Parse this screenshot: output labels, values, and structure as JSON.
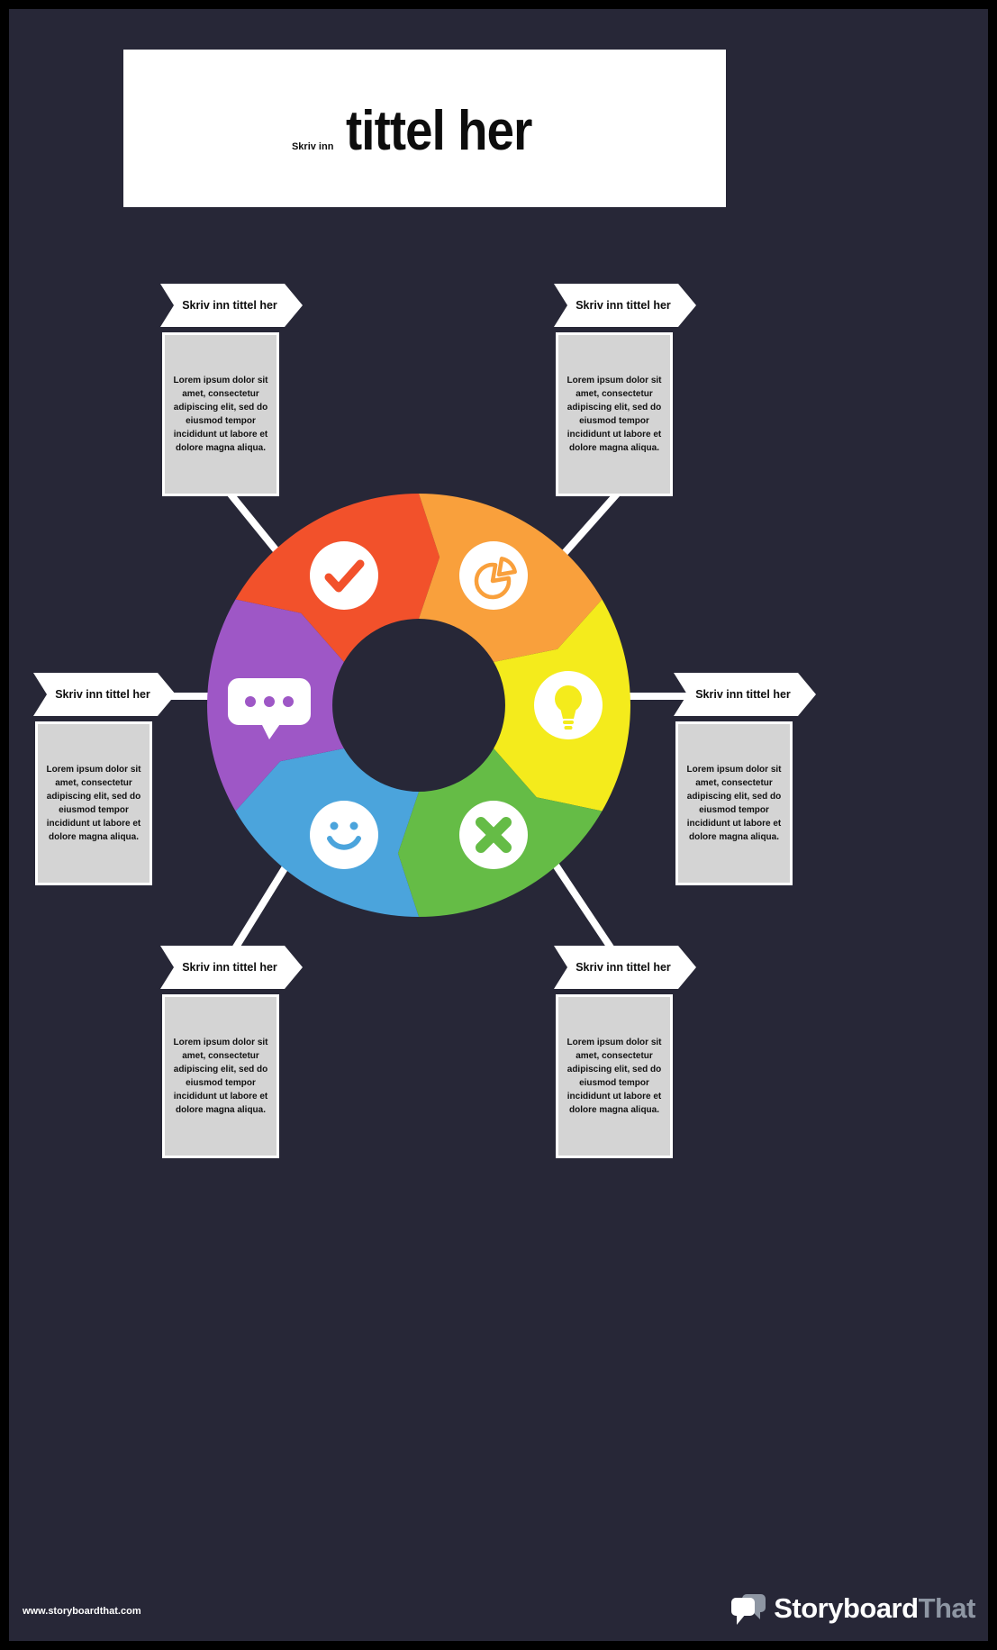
{
  "title_box": {
    "prefix": "Skriv inn",
    "title": "tittel her"
  },
  "callouts": [
    {
      "position": "top-left",
      "header": "Skriv inn tittel her",
      "body": "Lorem ipsum dolor sit amet, consectetur adipiscing elit, sed do eiusmod tempor incididunt ut labore et dolore magna aliqua."
    },
    {
      "position": "top-right",
      "header": "Skriv inn tittel her",
      "body": "Lorem ipsum dolor sit amet, consectetur adipiscing elit, sed do eiusmod tempor incididunt ut labore et dolore magna aliqua."
    },
    {
      "position": "left",
      "header": "Skriv inn tittel her",
      "body": "Lorem ipsum dolor sit amet, consectetur adipiscing elit, sed do eiusmod tempor incididunt ut labore et dolore magna aliqua."
    },
    {
      "position": "right",
      "header": "Skriv inn tittel her",
      "body": "Lorem ipsum dolor sit amet, consectetur adipiscing elit, sed do eiusmod tempor incididunt ut labore et dolore magna aliqua."
    },
    {
      "position": "bottom-left",
      "header": "Skriv inn tittel her",
      "body": "Lorem ipsum dolor sit amet, consectetur adipiscing elit, sed do eiusmod tempor incididunt ut labore et dolore magna aliqua."
    },
    {
      "position": "bottom-right",
      "header": "Skriv inn tittel her",
      "body": "Lorem ipsum dolor sit amet, consectetur adipiscing elit, sed do eiusmod tempor incididunt ut labore et dolore magna aliqua."
    }
  ],
  "wheel": {
    "segments": [
      {
        "name": "check",
        "color": "#F2512B"
      },
      {
        "name": "pie-chart",
        "color": "#F9A03C"
      },
      {
        "name": "lightbulb",
        "color": "#F4EB1C"
      },
      {
        "name": "cross",
        "color": "#65BC46"
      },
      {
        "name": "smiley",
        "color": "#4BA4DC"
      },
      {
        "name": "speech-bubble",
        "color": "#9E57C6"
      }
    ]
  },
  "footer": {
    "website": "www.storyboardthat.com",
    "logo_text_bold": "Storyboard",
    "logo_text_light": "That"
  }
}
